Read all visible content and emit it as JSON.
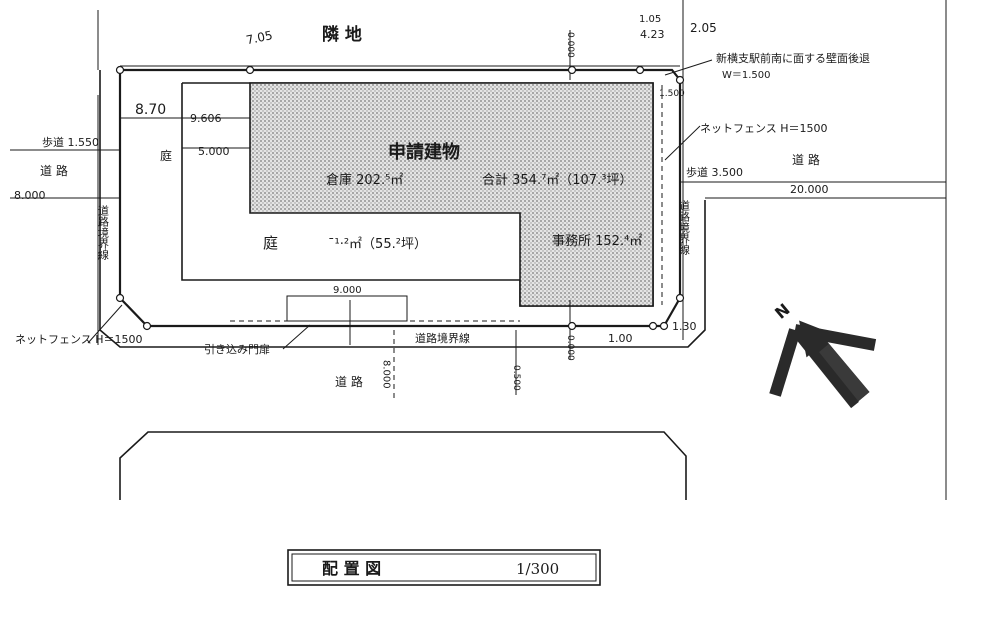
{
  "labels": {
    "neighbor_top": "隣 地",
    "dim_top_left": "7.05",
    "dim_top_right_a": "1.05",
    "dim_top_right_b": "4.23",
    "dim_top_right_c": "2.05",
    "note_setback": "新横支駅前南に面する壁面後退",
    "note_setback_w": "W＝1.500",
    "dim_top_vertical": "0.000",
    "dim_870": "8.70",
    "dim_9606": "9.606",
    "niwa_small": "庭",
    "dim_5000": "5.000",
    "sidewalk_left": "歩道 1.550",
    "road_left": "道 路",
    "road_left_width": "8.000",
    "road_boundary_left": "道路境界線",
    "building_title": "申請建物",
    "warehouse_area": "倉庫 202.⁵㎡",
    "total_area": "合計 354.⁷㎡（107.³坪）",
    "office_area": "事務所 152.⁴㎡",
    "garden_label": "庭",
    "garden_area": "¯¹·²㎡（55.²坪）",
    "fence_note_right": "ネットフェンス H＝1500",
    "sidewalk_right": "歩道 3.500",
    "road_right": "道 路",
    "road_right_width": "20.000",
    "road_boundary_right": "道路境界線",
    "dim_130": "1.30",
    "dim_100": "1.00",
    "dim_9000": "9.000",
    "fence_note_left": "ネットフェンス H＝1500",
    "gate_note": "引き込み門扉",
    "road_boundary_bottom": "道路境界線",
    "road_bottom": "道 路",
    "road_bottom_width": "8.000",
    "dim_bottom_small": "0.000",
    "dim_bottom_side": "0.500",
    "dim_right_small": "1.500",
    "north_letter": "N"
  },
  "title_box": {
    "title": "配 置 図",
    "scale": "1/300"
  },
  "colors": {
    "ink": "#1a1a1a",
    "hatch": "#cfcfcf"
  }
}
